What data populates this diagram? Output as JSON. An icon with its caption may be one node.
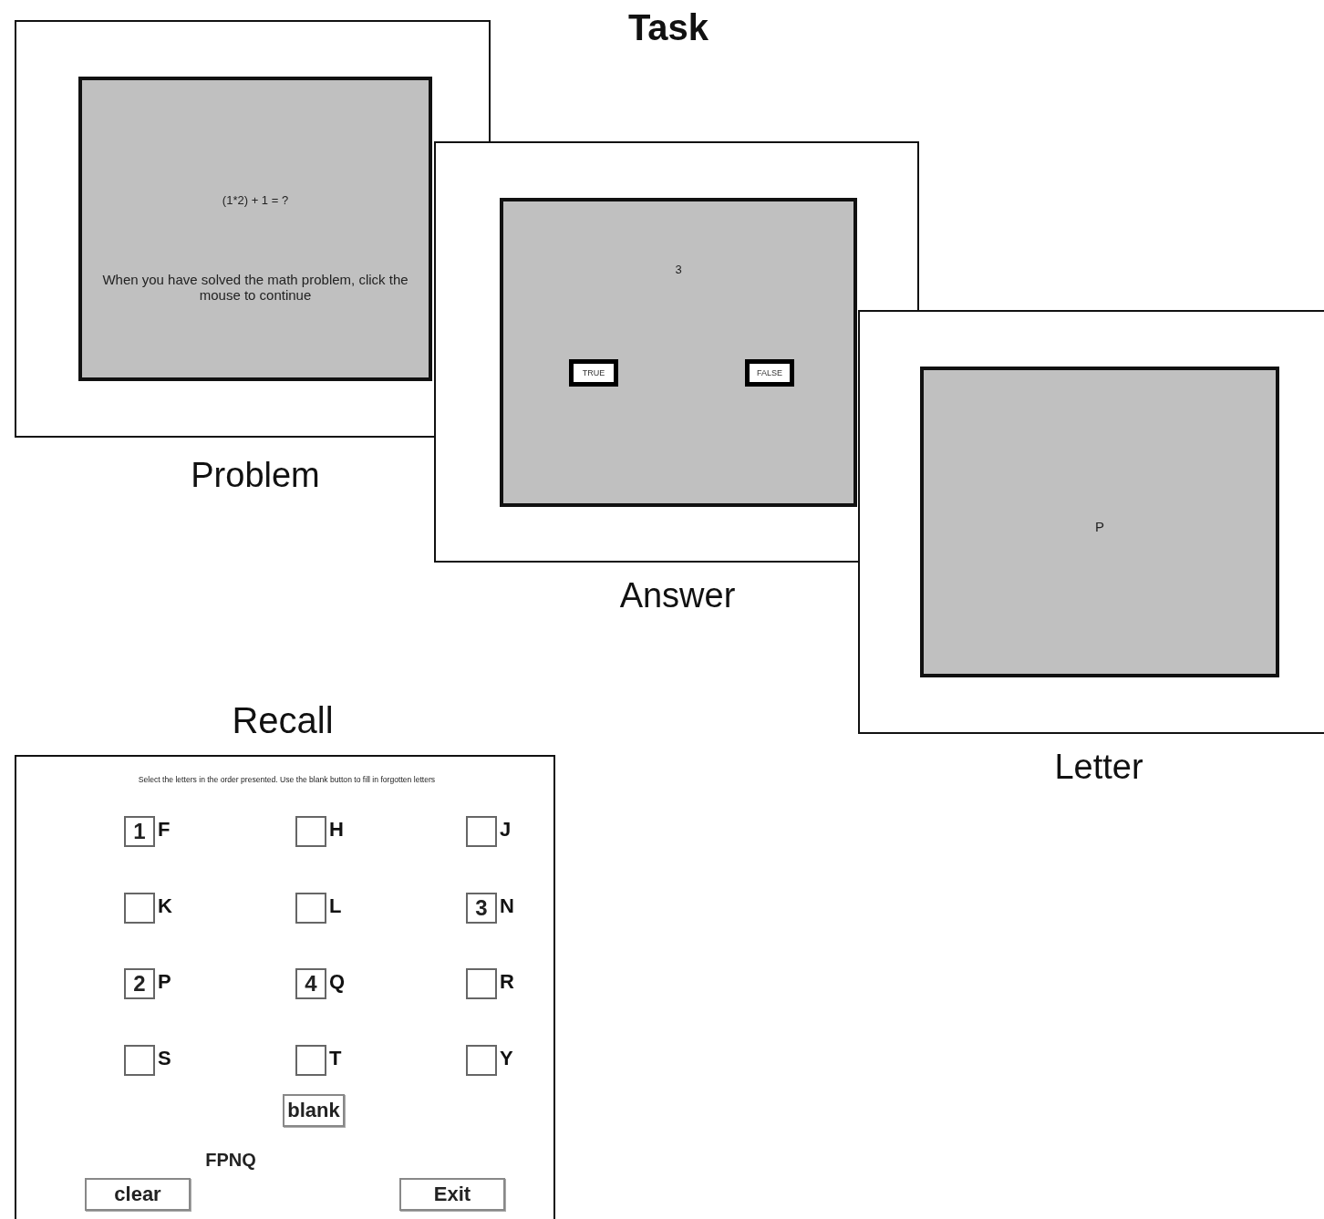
{
  "diagram": {
    "title": "Task",
    "nodes": [
      {
        "text": [],
        "shape": "box",
        "beside": [
          "Problem"
        ]
      },
      {
        "text": [
          "(1*2) + 1 = ?",
          "When you have solved the math problem, click the mouse to continue"
        ],
        "in": 0
      },
      {
        "text": [],
        "shape": "box",
        "beside": [
          "Answer"
        ]
      },
      {
        "text": [
          "3"
        ],
        "in": 2
      },
      {
        "text": [
          "TRUE"
        ],
        "in": 3
      },
      {
        "text": [
          "FALSE"
        ],
        "in": 3
      },
      {
        "text": [],
        "shape": "box",
        "beside": [
          "Letter"
        ]
      },
      {
        "text": [
          "P"
        ],
        "in": 6
      },
      {
        "text": [
          "Select the letters in the order presented. Use the blank button to fill in forgotten letters",
          "FPNQ"
        ],
        "beside": [
          "Recall"
        ]
      },
      {
        "text": [
          "1"
        ],
        "in": 8,
        "beside": [
          "F"
        ]
      },
      {
        "text": [],
        "shape": "box",
        "in": 8,
        "beside": [
          "H"
        ]
      },
      {
        "text": [],
        "shape": "box",
        "in": 8,
        "beside": [
          "J"
        ]
      },
      {
        "text": [],
        "shape": "box",
        "in": 8,
        "beside": [
          "K"
        ]
      },
      {
        "text": [],
        "shape": "box",
        "in": 8,
        "beside": [
          "L"
        ]
      },
      {
        "text": [
          "3"
        ],
        "in": 8,
        "beside": [
          "N"
        ]
      },
      {
        "text": [
          "2"
        ],
        "in": 8,
        "beside": [
          "P"
        ]
      },
      {
        "text": [
          "4"
        ],
        "in": 8,
        "beside": [
          "Q"
        ]
      },
      {
        "text": [],
        "shape": "box",
        "in": 8,
        "beside": [
          "R"
        ]
      },
      {
        "text": [],
        "shape": "box",
        "in": 8,
        "beside": [
          "S"
        ]
      },
      {
        "text": [],
        "shape": "box",
        "in": 8,
        "beside": [
          "T"
        ]
      },
      {
        "text": [],
        "shape": "box",
        "in": 8,
        "beside": [
          "Y"
        ]
      },
      {
        "text": [
          "blank"
        ],
        "in": 8
      },
      {
        "text": [
          "clear"
        ],
        "in": 8
      },
      {
        "text": [
          "Exit"
        ],
        "in": 8
      }
    ]
  }
}
